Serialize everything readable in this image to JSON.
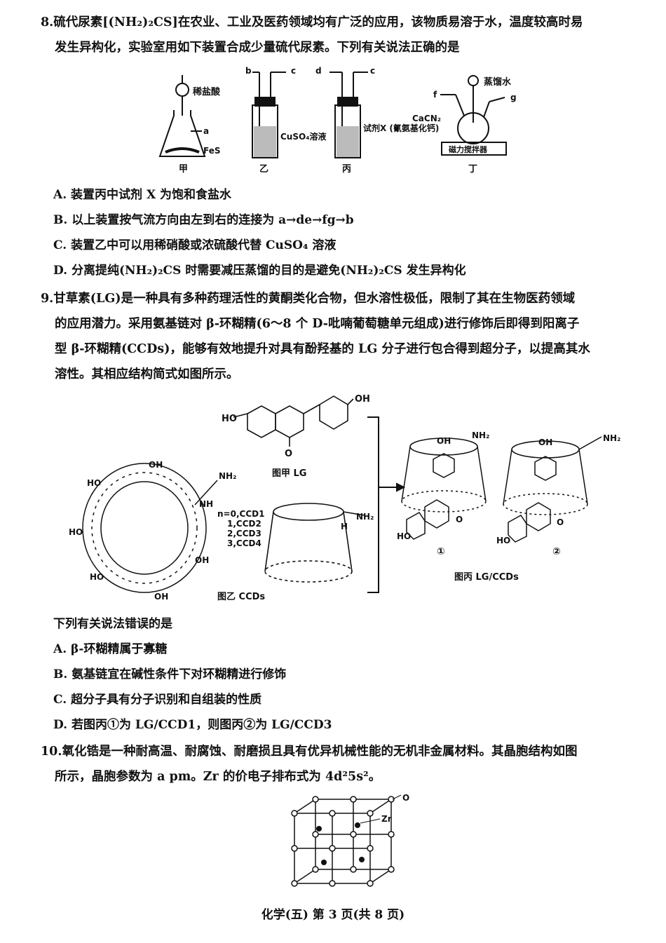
{
  "q8": {
    "number": "8.",
    "stem_line1": "硫代尿素[(NH₂)₂CS]在农业、工业及医药领域均有广泛的应用，该物质易溶于水，温度较高时易",
    "stem_line2": "发生异构化，实验室用如下装置合成少量硫代尿素。下列有关说法正确的是",
    "apparatus": {
      "jia": {
        "label": "甲",
        "reagent1": "稀盐酸",
        "reagent2": "FeS",
        "port": "a"
      },
      "yi": {
        "label": "乙",
        "solution": "CuSO₄溶液",
        "port_b": "b",
        "port_c": "c"
      },
      "bing": {
        "label": "丙",
        "solution": "试剂X (氰氨基化钙)",
        "port_d": "d",
        "port_c": "c"
      },
      "ding": {
        "label": "丁",
        "reagent1": "蒸馏水",
        "reagent2": "CaCN₂",
        "port_f": "f",
        "port_g": "g",
        "stirrer": "磁力搅拌器"
      }
    },
    "options": [
      "A. 装置丙中试剂 X 为饱和食盐水",
      "B. 以上装置按气流方向由左到右的连接为 a→de→fg→b",
      "C. 装置乙中可以用稀硝酸或浓硫酸代替 CuSO₄ 溶液",
      "D. 分离提纯(NH₂)₂CS 时需要减压蒸馏的目的是避免(NH₂)₂CS 发生异构化"
    ]
  },
  "q9": {
    "number": "9.",
    "stem_line1": "甘草素(LG)是一种具有多种药理活性的黄酮类化合物，但水溶性极低，限制了其在生物医药领域",
    "stem_line2": "的应用潜力。采用氨基链对 β-环糊精(6～8 个 D-吡喃葡萄糖单元组成)进行修饰后即得到阳离子",
    "stem_line3": "型 β-环糊精(CCDs)，能够有效地提升对具有酚羟基的 LG 分子进行包合得到超分子，以提高其水",
    "stem_line4": "溶性。其相应结构简式如图所示。",
    "figures": {
      "jia_caption": "图甲 LG",
      "yi_caption": "图乙 CCDs",
      "bing_caption": "图丙 LG/CCDs",
      "ho": "HO",
      "oh": "OH",
      "o": "O",
      "nh2": "NH₂",
      "nh": "NH",
      "h": "H",
      "n_values": [
        "n=0,CCD1",
        "1,CCD2",
        "2,CCD3",
        "3,CCD4"
      ],
      "circle1": "①",
      "circle2": "②"
    },
    "question": "下列有关说法错误的是",
    "options": [
      "A. β-环糊精属于寡糖",
      "B. 氨基链宜在碱性条件下对环糊精进行修饰",
      "C. 超分子具有分子识别和自组装的性质",
      "D. 若图丙①为 LG/CCD1，则图丙②为 LG/CCD3"
    ]
  },
  "q10": {
    "number": "10.",
    "stem_line1": "氧化锆是一种耐高温、耐腐蚀、耐磨损且具有优异机械性能的无机非金属材料。其晶胞结构如图",
    "stem_line2": "所示，晶胞参数为 a pm。Zr 的价电子排布式为 4d²5s²。",
    "labels": {
      "o": "O",
      "zr": "Zr"
    }
  },
  "footer": "化学(五)  第 3 页(共 8 页)"
}
